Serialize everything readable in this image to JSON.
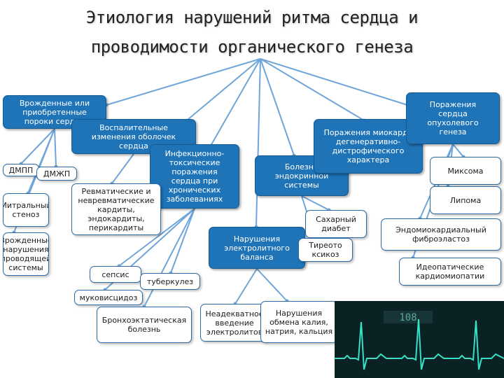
{
  "title": "Этиология нарушений ритма сердца и\nпроводимости органического генеза",
  "nodes": {
    "congenital_defects": "Врожденные или\nприобретенные\nпороки сердца",
    "inflammatory_membranes": "Воспалительные\nизменения оболочек\nсердца",
    "infectious_toxic": "Инфекционно-\nтоксические\nпоражения\nсердца при\nхронических\nзаболеваниях",
    "dmpp": "ДМПП",
    "dmzhp": "ДМЖП",
    "mitral_stenosis": "Митральный\nстеноз",
    "congenital_conduction": "Врожденные\nнарушения\nпроводящей\nсистемы",
    "rheumatic": "Ревматические и\nневревматические\nкардиты,\nэндокардиты,\nперикардиты",
    "sepsis": "сепсис",
    "tuberculosis": "туберкулез",
    "cystic_fibrosis": "муковисцидоз",
    "bronchiectasis": "Бронхоэктатическая\nболезнь",
    "electrolyte_balance": "Нарушения\nэлектролитного\nбаланса",
    "inadequate_electrolytes": "Неадекватное\nвведение\nэлектролитов",
    "potassium_calcium": "Нарушения\nобмена калия,\nнатрия, кальция",
    "endocrine": "Болезни\nэндокринной\nсистемы",
    "diabetes": "Сахарный\nдиабет",
    "thyrotoxicosis": "Тиреото\nксикоз",
    "myocardial_lesions": "Поражения миокарда\nдегенеративно-\nдистрофического\nхарактера",
    "tumor_lesions": "Поражения\nсердца\nопухолевого\nгенеза",
    "myxoma": "Миксома",
    "lipoma": "Липома",
    "endomyocardial": "Эндомиокардиальный\nфиброэластоз",
    "idiopathic_cardiomyopathy": "Идеопатические\nкардиомиопатии"
  },
  "ecg_monitor": {
    "readout": "108"
  },
  "colors": {
    "primary_box": "#1f74b8",
    "connector": "#6fa5d8",
    "ecg_trace": "#36e0c4"
  }
}
